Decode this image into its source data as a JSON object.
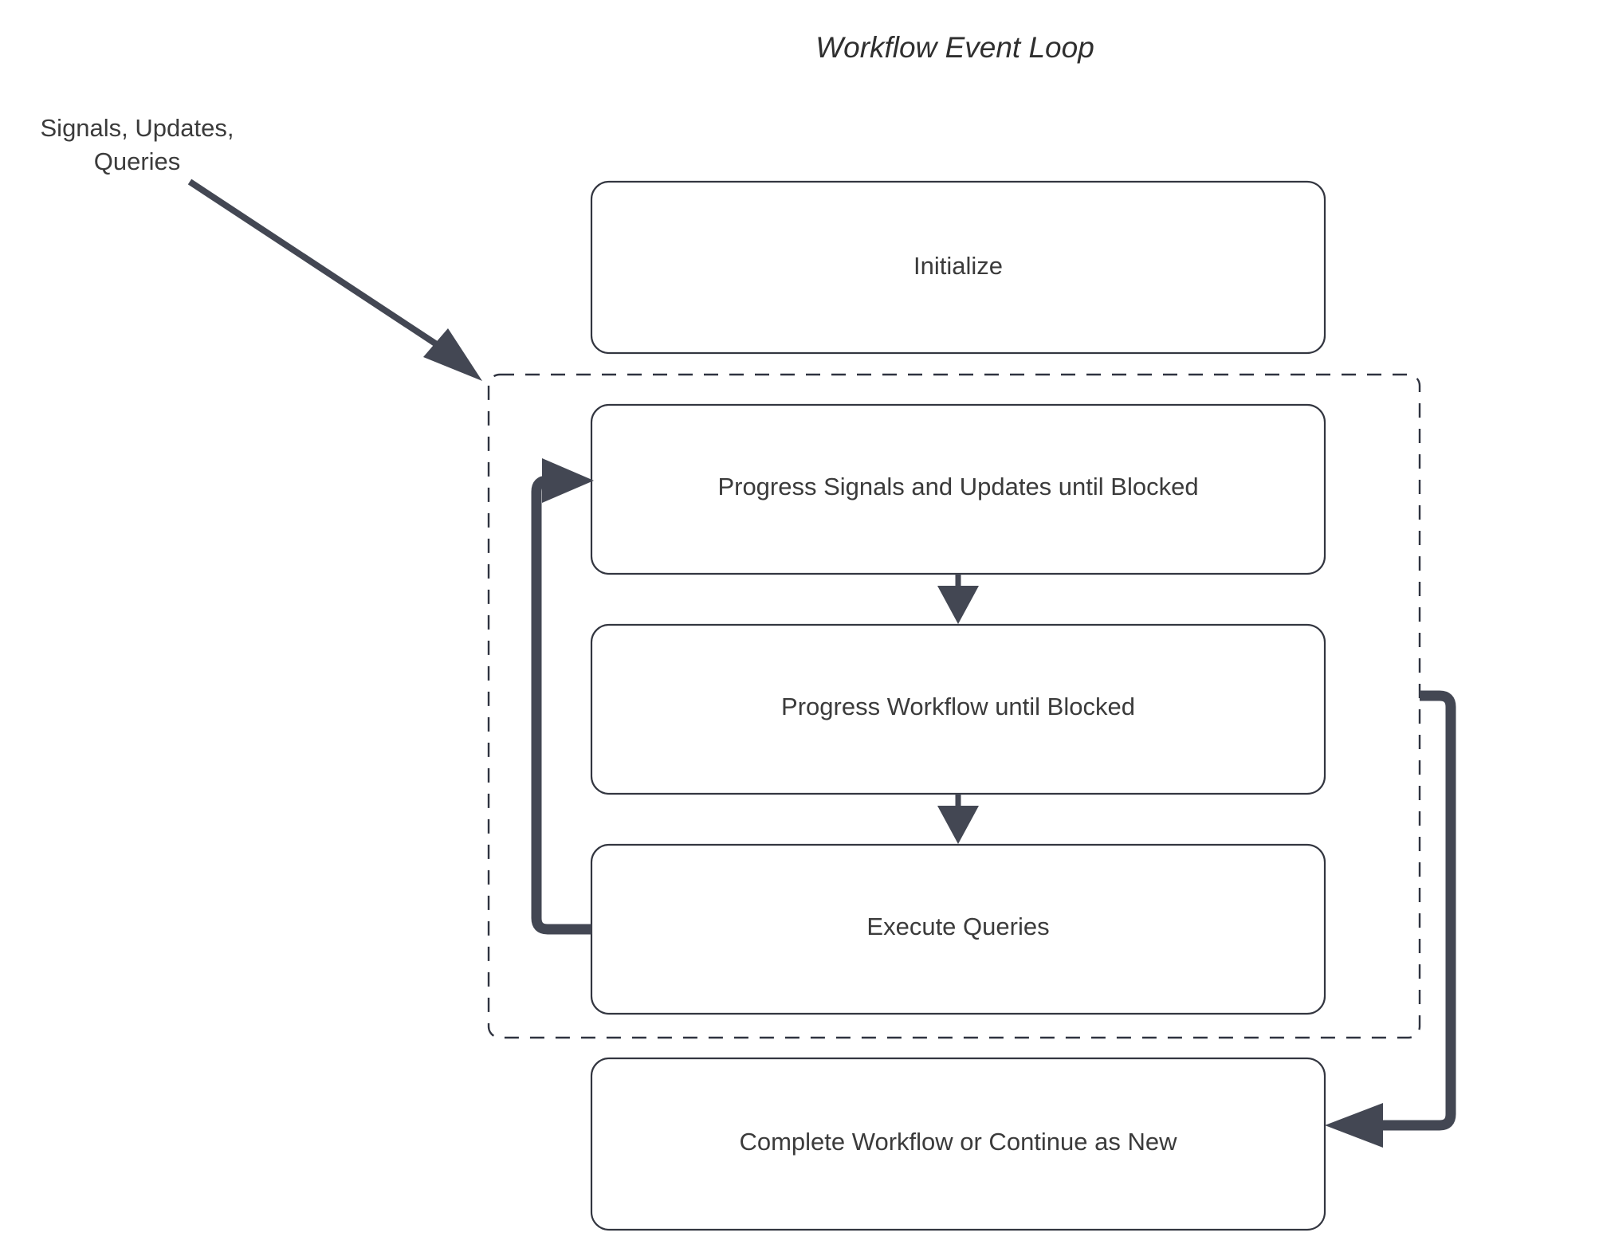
{
  "diagram": {
    "title": "Workflow Event Loop",
    "external_input_label_line1": "Signals, Updates,",
    "external_input_label_line2": "Queries",
    "colors": {
      "connector": "#434753",
      "node_border": "#333640",
      "group_border": "#2f3340",
      "text": "#3b3b3b",
      "background": "#ffffff"
    },
    "nodes": [
      {
        "id": "initialize",
        "label": "Initialize"
      },
      {
        "id": "progress-signals",
        "label": "Progress Signals and Updates until Blocked"
      },
      {
        "id": "progress-workflow",
        "label": "Progress Workflow until Blocked"
      },
      {
        "id": "execute-queries",
        "label": "Execute Queries"
      },
      {
        "id": "complete-workflow",
        "label": "Complete Workflow or Continue as New"
      }
    ],
    "group": {
      "id": "event-loop-group",
      "label": ""
    },
    "edges": [
      {
        "from": "external-input",
        "to": "event-loop-group",
        "style": "diagonal-arrow"
      },
      {
        "from": "progress-signals",
        "to": "progress-workflow",
        "style": "vertical-arrow"
      },
      {
        "from": "progress-workflow",
        "to": "execute-queries",
        "style": "vertical-arrow"
      },
      {
        "from": "execute-queries",
        "to": "progress-signals",
        "style": "loop-back-left"
      },
      {
        "from": "event-loop-group",
        "to": "complete-workflow",
        "style": "loop-right-down"
      }
    ]
  }
}
